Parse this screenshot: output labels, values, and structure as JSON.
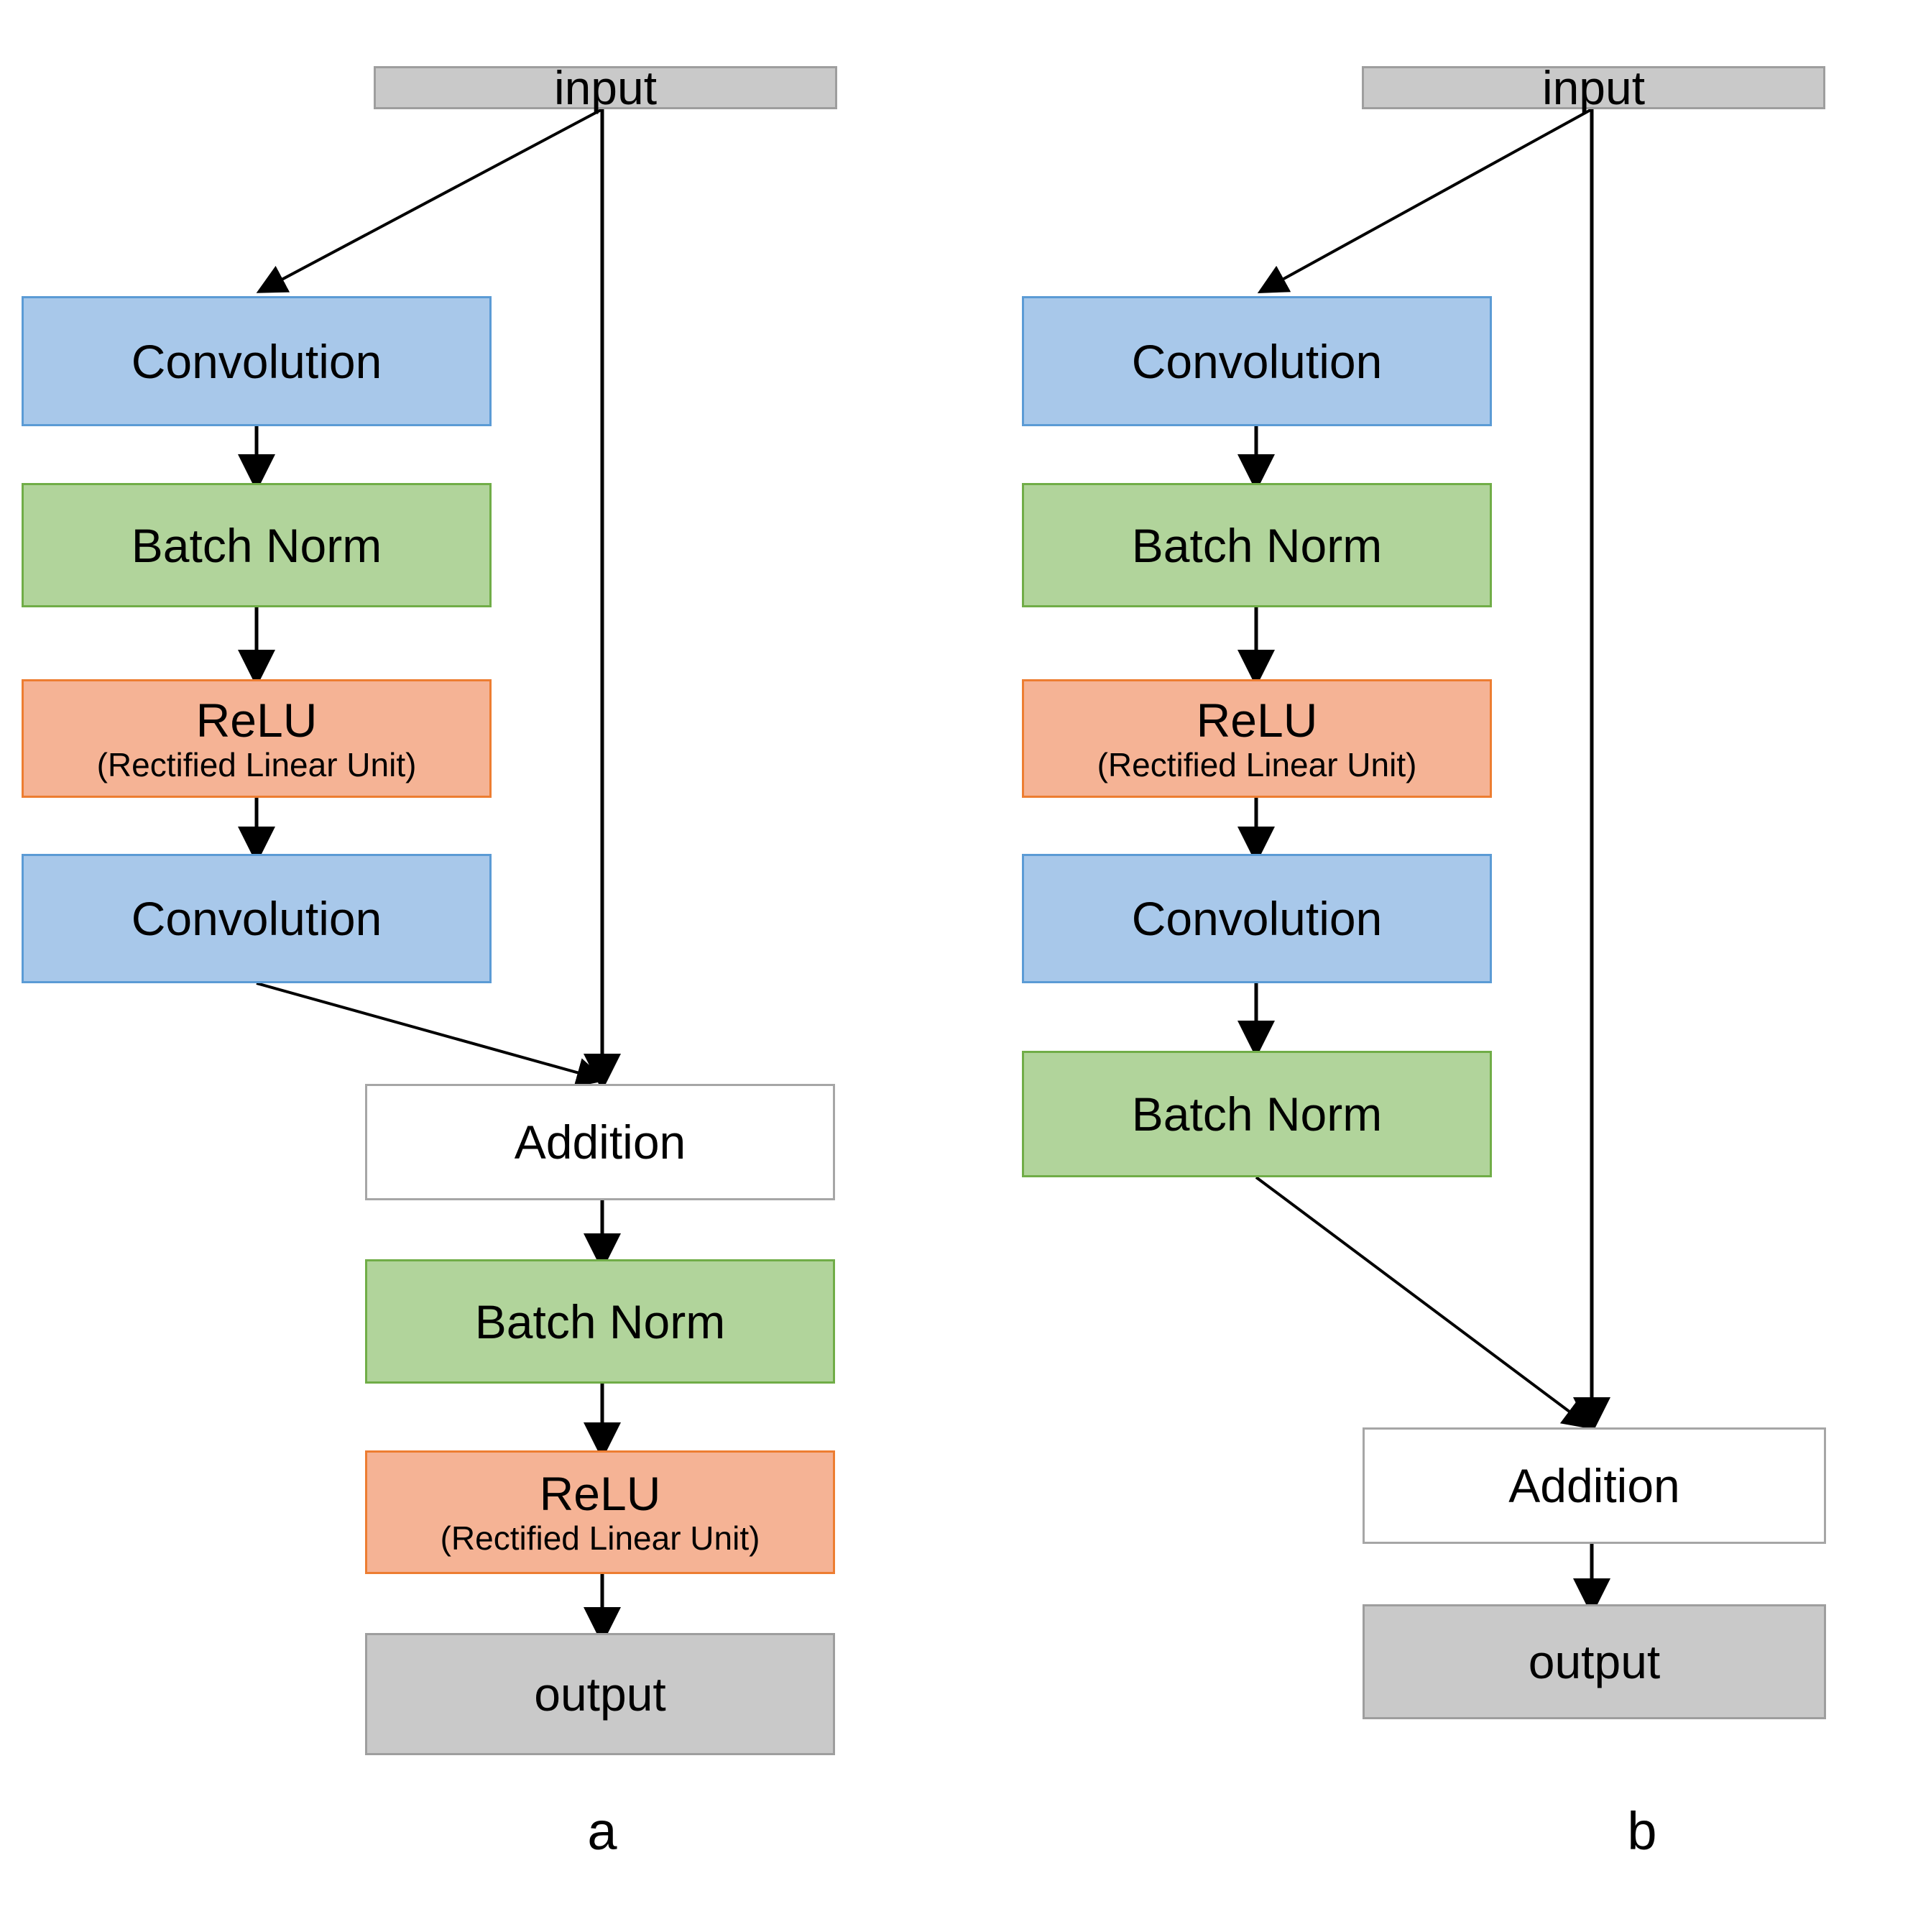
{
  "figure": {
    "background_color": "#ffffff",
    "panels": [
      {
        "id": "a",
        "caption": "a",
        "nodes": [
          {
            "key": "input",
            "label": "input",
            "sublabel": "",
            "shape": "rect",
            "style": "gray"
          },
          {
            "key": "conv1",
            "label": "Convolution",
            "sublabel": "",
            "shape": "rect",
            "style": "blue"
          },
          {
            "key": "bn1",
            "label": "Batch Norm",
            "sublabel": "",
            "shape": "rect",
            "style": "green"
          },
          {
            "key": "relu1",
            "label": "ReLU",
            "sublabel": "(Rectified Linear Unit)",
            "shape": "rect",
            "style": "orange"
          },
          {
            "key": "conv2",
            "label": "Convolution",
            "sublabel": "",
            "shape": "rect",
            "style": "blue"
          },
          {
            "key": "add",
            "label": "Addition",
            "sublabel": "",
            "shape": "rect",
            "style": "white"
          },
          {
            "key": "bn2",
            "label": "Batch Norm",
            "sublabel": "",
            "shape": "rect",
            "style": "green"
          },
          {
            "key": "relu2",
            "label": "ReLU",
            "sublabel": "(Rectified Linear Unit)",
            "shape": "rect",
            "style": "orange"
          },
          {
            "key": "output",
            "label": "output",
            "sublabel": "",
            "shape": "rect",
            "style": "gray"
          }
        ],
        "edges": [
          {
            "from": "input",
            "to": "conv1",
            "kind": "diagonal"
          },
          {
            "from": "conv1",
            "to": "bn1",
            "kind": "straight"
          },
          {
            "from": "bn1",
            "to": "relu1",
            "kind": "straight"
          },
          {
            "from": "relu1",
            "to": "conv2",
            "kind": "straight"
          },
          {
            "from": "conv2",
            "to": "add",
            "kind": "diagonal"
          },
          {
            "from": "input",
            "to": "add",
            "kind": "skip"
          },
          {
            "from": "add",
            "to": "bn2",
            "kind": "straight"
          },
          {
            "from": "bn2",
            "to": "relu2",
            "kind": "straight"
          },
          {
            "from": "relu2",
            "to": "output",
            "kind": "straight"
          }
        ]
      },
      {
        "id": "b",
        "caption": "b",
        "nodes": [
          {
            "key": "input",
            "label": "input",
            "sublabel": "",
            "shape": "rect",
            "style": "gray"
          },
          {
            "key": "conv1",
            "label": "Convolution",
            "sublabel": "",
            "shape": "rect",
            "style": "blue"
          },
          {
            "key": "bn1",
            "label": "Batch Norm",
            "sublabel": "",
            "shape": "rect",
            "style": "green"
          },
          {
            "key": "relu1",
            "label": "ReLU",
            "sublabel": "(Rectified Linear Unit)",
            "shape": "rect",
            "style": "orange"
          },
          {
            "key": "conv2",
            "label": "Convolution",
            "sublabel": "",
            "shape": "rect",
            "style": "blue"
          },
          {
            "key": "bn2",
            "label": "Batch Norm",
            "sublabel": "",
            "shape": "rect",
            "style": "green"
          },
          {
            "key": "add",
            "label": "Addition",
            "sublabel": "",
            "shape": "rect",
            "style": "white"
          },
          {
            "key": "output",
            "label": "output",
            "sublabel": "",
            "shape": "rect",
            "style": "gray"
          }
        ],
        "edges": [
          {
            "from": "input",
            "to": "conv1",
            "kind": "diagonal"
          },
          {
            "from": "conv1",
            "to": "bn1",
            "kind": "straight"
          },
          {
            "from": "bn1",
            "to": "relu1",
            "kind": "straight"
          },
          {
            "from": "relu1",
            "to": "conv2",
            "kind": "straight"
          },
          {
            "from": "conv2",
            "to": "bn2",
            "kind": "straight"
          },
          {
            "from": "bn2",
            "to": "add",
            "kind": "diagonal"
          },
          {
            "from": "input",
            "to": "add",
            "kind": "skip"
          },
          {
            "from": "add",
            "to": "output",
            "kind": "straight"
          }
        ]
      }
    ]
  },
  "palette": {
    "gray_fill": "#c9c9c9",
    "gray_border": "#9e9e9e",
    "blue_fill": "#a8c8ea",
    "blue_border": "#5b9bd5",
    "green_fill": "#b1d49b",
    "green_border": "#70ad47",
    "orange_fill": "#f5b395",
    "orange_border": "#ed7d31",
    "white_fill": "#ffffff",
    "white_border": "#a6a6a6",
    "arrow_color": "#000000",
    "text_color": "#000000"
  },
  "panel_a": {
    "caption": "a",
    "input_label": "input",
    "conv1_label": "Convolution",
    "bn1_label": "Batch Norm",
    "relu1_label": "ReLU",
    "relu1_sublabel": "(Rectified Linear Unit)",
    "conv2_label": "Convolution",
    "add_label": "Addition",
    "bn2_label": "Batch Norm",
    "relu2_label": "ReLU",
    "relu2_sublabel": "(Rectified Linear Unit)",
    "output_label": "output"
  },
  "panel_b": {
    "caption": "b",
    "input_label": "input",
    "conv1_label": "Convolution",
    "bn1_label": "Batch Norm",
    "relu1_label": "ReLU",
    "relu1_sublabel": "(Rectified Linear Unit)",
    "conv2_label": "Convolution",
    "bn2_label": "Batch Norm",
    "add_label": "Addition",
    "output_label": "output"
  }
}
